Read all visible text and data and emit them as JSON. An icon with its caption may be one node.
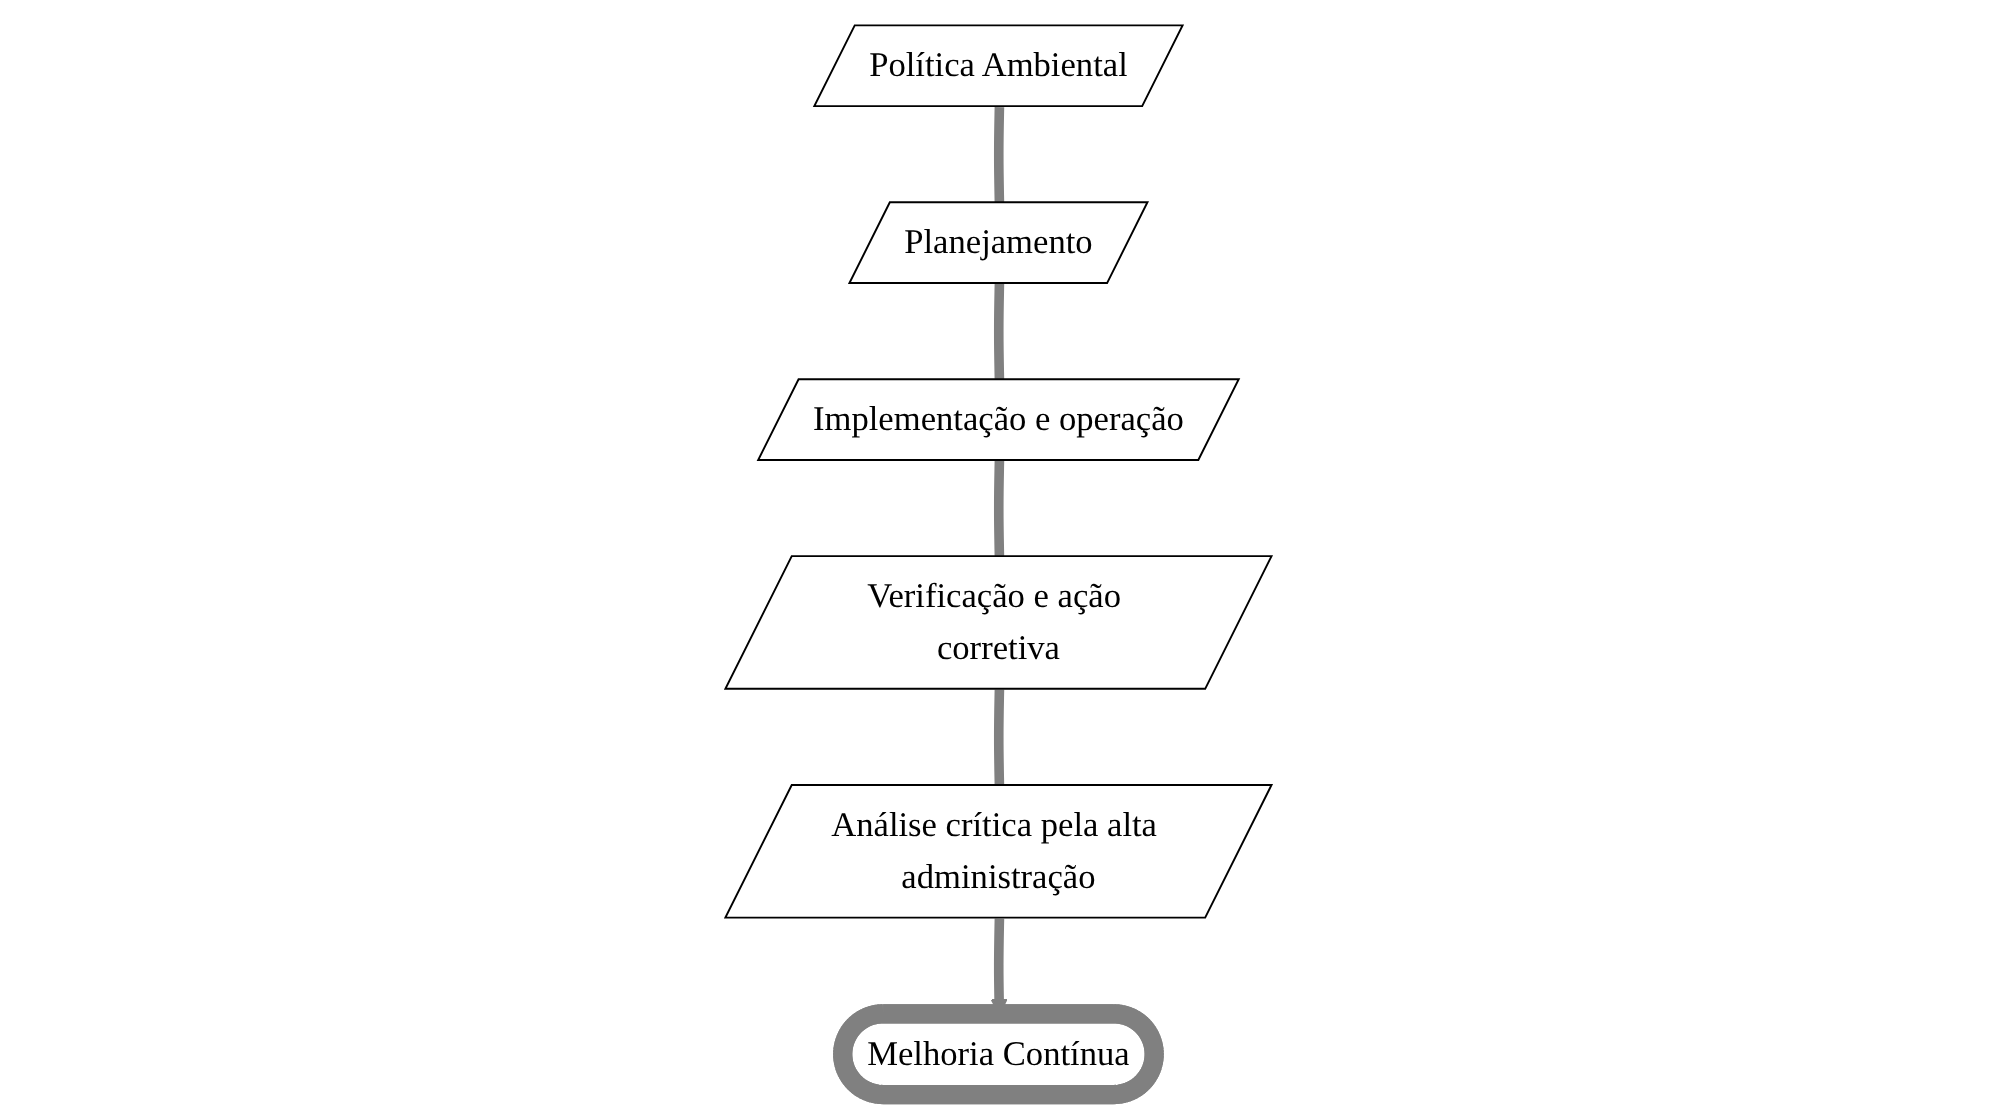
{
  "diagram": {
    "nodes": [
      {
        "text": [
          "Melhoria Contínua"
        ]
      },
      {
        "text": [
          "Política Ambiental"
        ]
      },
      {
        "text": [
          "Planejamento"
        ]
      },
      {
        "text": [
          "Implementação e operação"
        ]
      },
      {
        "text": [
          "Verificação e ação corretiva"
        ]
      },
      {
        "text": [
          "Análise crítica pela alta administração"
        ]
      }
    ],
    "edges": [
      {
        "from": 1,
        "to": 2,
        "arrow": "none"
      },
      {
        "from": 2,
        "to": 3,
        "arrow": "none"
      },
      {
        "from": 3,
        "to": 4,
        "arrow": "none"
      },
      {
        "from": 4,
        "to": 5,
        "arrow": "none"
      },
      {
        "from": 5,
        "to": 0,
        "arrow": "to"
      }
    ]
  }
}
